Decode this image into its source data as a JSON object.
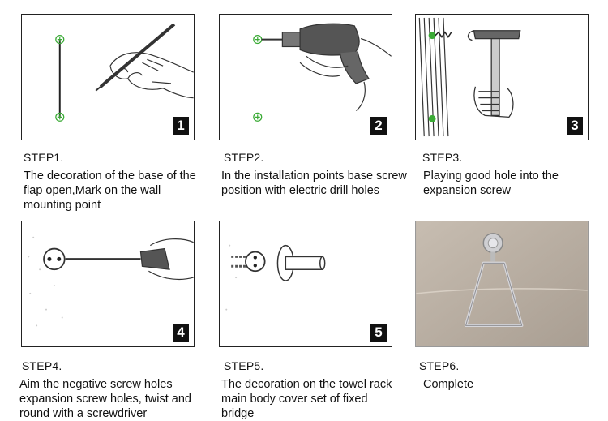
{
  "steps": [
    {
      "label": "STEP1.",
      "number": "1",
      "text": "The decoration of the base of the flap open,Mark on the wall mounting point"
    },
    {
      "label": "STEP2.",
      "number": "2",
      "text": "In the installation points base screw position with electric drill holes"
    },
    {
      "label": "STEP3.",
      "number": "3",
      "text": "Playing good hole into the expansion screw"
    },
    {
      "label": "STEP4.",
      "number": "4",
      "text": "Aim the negative screw holes expansion screw holes, twist and round with a screwdriver"
    },
    {
      "label": "STEP5.",
      "number": "5",
      "text": "The decoration on the towel rack main body cover set of fixed bridge"
    },
    {
      "label": "STEP6.",
      "number": "",
      "text": "Complete"
    }
  ],
  "colors": {
    "mark_green": "#3aaa35",
    "ink": "#222222",
    "badge_bg": "#111111"
  }
}
